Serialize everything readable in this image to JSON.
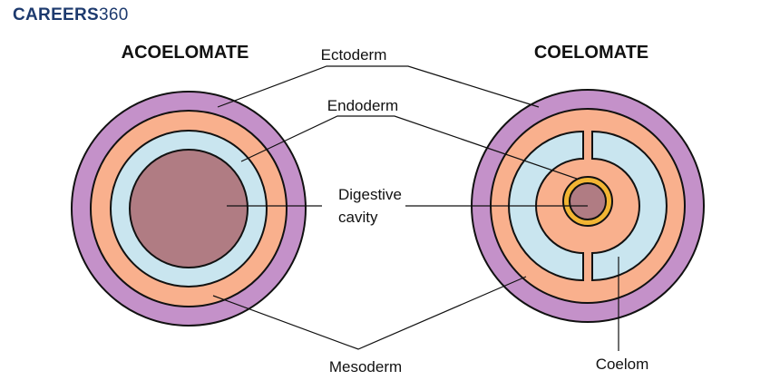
{
  "logo": {
    "brand": "CAREERS",
    "number": "360"
  },
  "titles": {
    "left": "ACOELOMATE",
    "right": "COELOMATE"
  },
  "labels": {
    "ectoderm": "Ectoderm",
    "endoderm": "Endoderm",
    "digestive_line1": "Digestive",
    "digestive_line2": "cavity",
    "mesoderm": "Mesoderm",
    "coelom": "Coelom"
  },
  "colors": {
    "ectoderm": "#c491c9",
    "mesoderm": "#f9b08d",
    "coelom": "#c9e5ef",
    "digestive": "#b07c83",
    "endoderm_ring": "#f2b533",
    "outline": "#111111"
  }
}
